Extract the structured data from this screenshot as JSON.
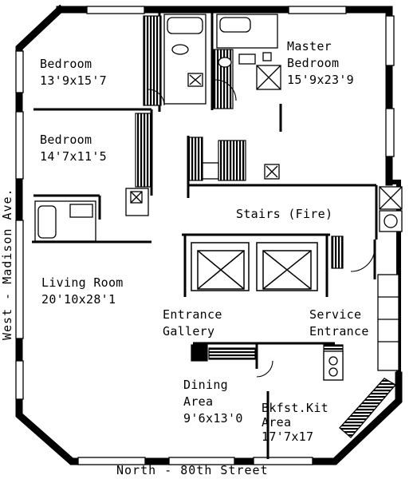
{
  "plan": {
    "rooms": [
      {
        "name": "Bedroom",
        "size": "13'9x15'7"
      },
      {
        "name": "Master Bedroom",
        "size": "15'9x23'9"
      },
      {
        "name": "Bedroom",
        "size": "14'7x11'5"
      },
      {
        "name": "Living Room",
        "size": "20'10x28'1"
      },
      {
        "name": "Dining Area",
        "size": "9'6x13'0"
      },
      {
        "name": "Bkfst.Kit Area",
        "size": "17'7x17"
      }
    ],
    "labels": {
      "stairs": "Stairs (Fire)",
      "entrance_gallery": "Entrance Gallery",
      "service_entrance": "Service Entrance"
    },
    "streets": {
      "north": "North - 80th Street",
      "west": "West - Madison Ave."
    }
  }
}
